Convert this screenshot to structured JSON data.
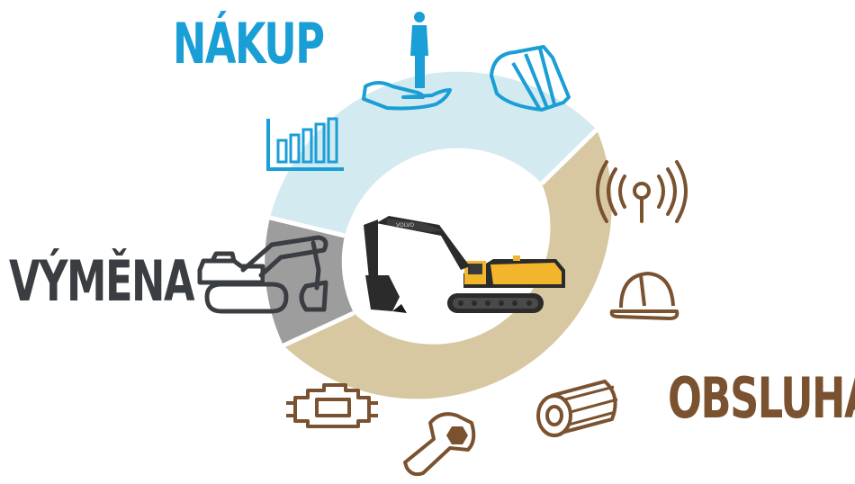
{
  "labels": {
    "nakup": "NÁKUP",
    "vymena": "VÝMĚNA",
    "obsluha": "OBSLUHA"
  },
  "segments": [
    {
      "name": "nakup",
      "color": "#d3eaf1",
      "share": 0.33
    },
    {
      "name": "obsluha",
      "color": "#d7c8a2",
      "share": 0.5
    },
    {
      "name": "vymena",
      "color": "#9d9d9d",
      "share": 0.17
    }
  ],
  "colors": {
    "nakup": "#1a9ed6",
    "vymena": "#3a3e42",
    "obsluha": "#7a5230",
    "machine_body": "#f2b52c",
    "machine_dark": "#2b2b2b"
  },
  "machine": {
    "brand": "VOLVO"
  },
  "icons": [
    "person-hand-icon",
    "bucket-icon",
    "bar-chart-icon",
    "signal-antenna-icon",
    "hard-hat-icon",
    "filter-cylinder-icon",
    "wrench-nut-icon",
    "engine-icon",
    "excavator-outline-icon"
  ]
}
